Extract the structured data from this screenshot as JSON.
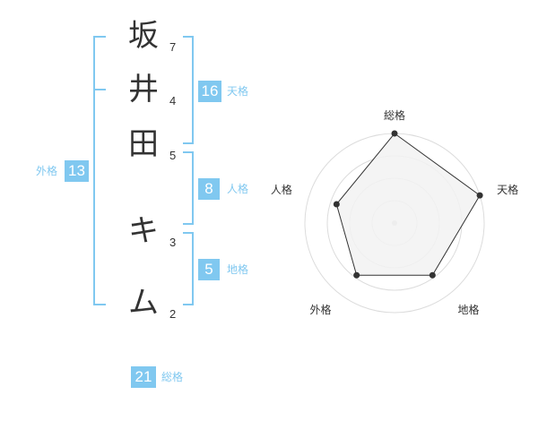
{
  "name_chars": [
    {
      "char": "坂",
      "strokes": "7"
    },
    {
      "char": "井",
      "strokes": "4"
    },
    {
      "char": "田",
      "strokes": "5"
    },
    {
      "char": "キ",
      "strokes": "3"
    },
    {
      "char": "ム",
      "strokes": "2"
    }
  ],
  "kaku": {
    "tenkaku": {
      "value": "16",
      "label": "天格"
    },
    "jinkaku": {
      "value": "8",
      "label": "人格"
    },
    "chikaku": {
      "value": "5",
      "label": "地格"
    },
    "gaikaku": {
      "value": "13",
      "label": "外格"
    },
    "soukaku": {
      "value": "21",
      "label": "総格"
    }
  },
  "colors": {
    "accent": "#80c8f0",
    "text": "#333333",
    "radar_fill": "#f2f2f2"
  },
  "chart_data": {
    "type": "radar",
    "categories": [
      "総格",
      "天格",
      "地格",
      "外格",
      "人格"
    ],
    "values": [
      5,
      5,
      3.6,
      3.6,
      3.4
    ],
    "max": 5,
    "rings": 4
  }
}
